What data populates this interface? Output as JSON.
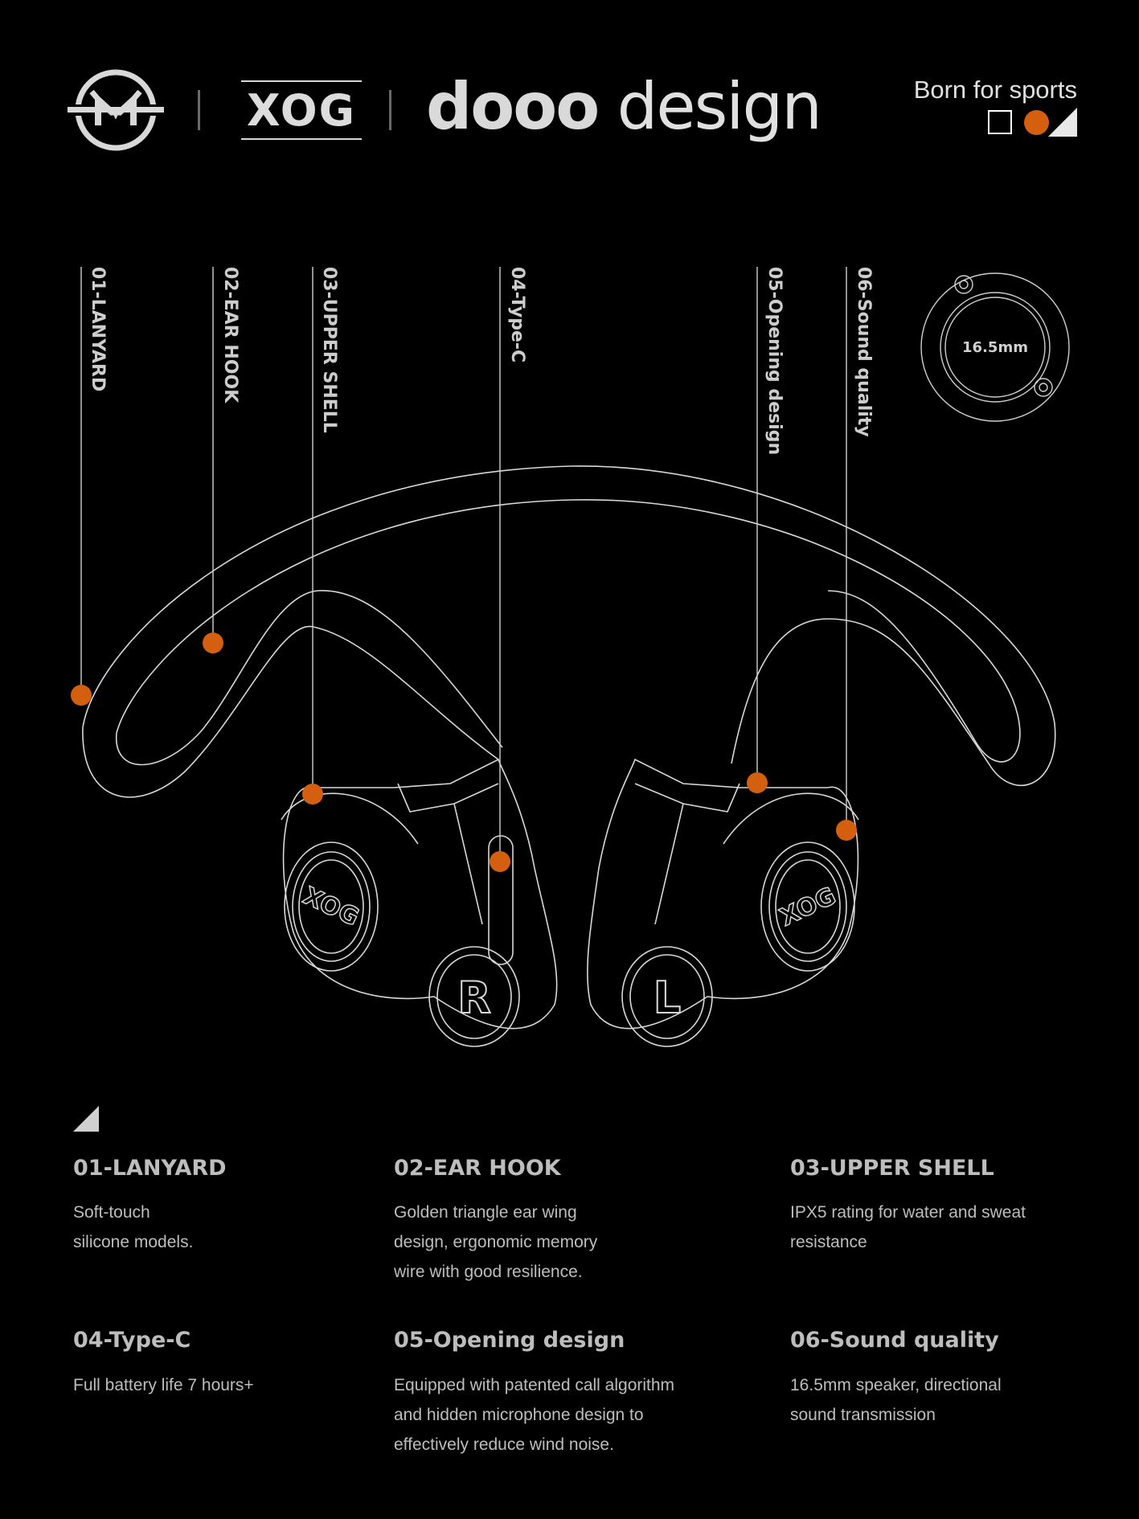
{
  "header": {
    "brand_mark": "M",
    "xog_logo_text": "XOG",
    "dooo_bold": "dooo",
    "dooo_light": "design",
    "tagline": "Born for sports"
  },
  "colors": {
    "accent": "#d45f0e",
    "background": "#000000",
    "line": "#d8d8d8",
    "text": "#bdbdbd"
  },
  "callouts": [
    {
      "label": "01-LANYARD"
    },
    {
      "label": "02-EAR HOOK"
    },
    {
      "label": "03-UPPER SHELL"
    },
    {
      "label": "04-Type-C"
    },
    {
      "label": "05-Opening design"
    },
    {
      "label": "06-Sound quality"
    }
  ],
  "speaker": {
    "size_label": "16.5mm"
  },
  "product": {
    "right_letter": "R",
    "left_letter": "L",
    "pod_logo": "XOG"
  },
  "features": [
    {
      "title": "01-LANYARD",
      "desc_lines": [
        "Soft-touch",
        "silicone models."
      ]
    },
    {
      "title": "02-EAR HOOK",
      "desc_lines": [
        "Golden triangle ear wing",
        "design, ergonomic memory",
        "wire with good resilience."
      ]
    },
    {
      "title": "03-UPPER SHELL",
      "desc_lines": [
        "IPX5 rating for water and sweat",
        "resistance"
      ]
    },
    {
      "title": "04-Type-C",
      "desc_lines": [
        "Full battery life 7 hours+"
      ]
    },
    {
      "title": "05-Opening design",
      "desc_lines": [
        "Equipped with patented call algorithm",
        "and hidden microphone design to",
        "effectively reduce wind noise."
      ]
    },
    {
      "title": "06-Sound quality",
      "desc_lines": [
        "16.5mm speaker, directional",
        "sound transmission"
      ]
    }
  ]
}
